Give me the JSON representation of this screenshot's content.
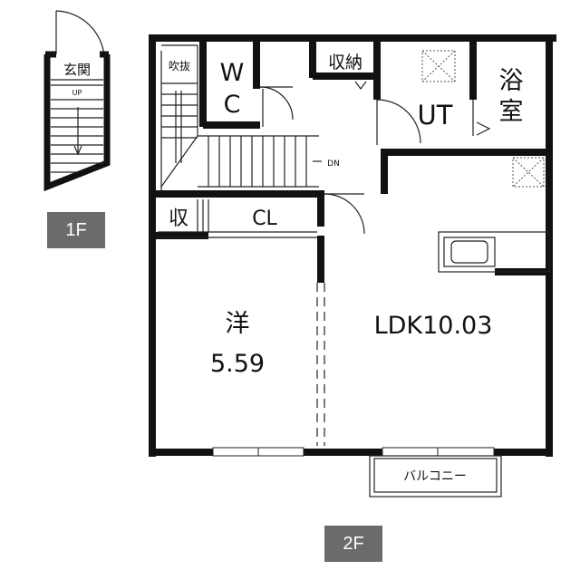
{
  "floor_1": {
    "badge": "1F",
    "entrance_label": "玄関",
    "stairs_label": "UP"
  },
  "floor_2": {
    "badge": "2F",
    "open_ceiling_label": "吹抜",
    "wc_label_w": "W",
    "wc_label_c": "C",
    "storage_top_label": "収納",
    "utility_label": "UT",
    "bath_label_1": "浴",
    "bath_label_2": "室",
    "stairs_down_label": "DN",
    "small_storage_label": "収",
    "closet_label": "CL",
    "western_room_label": "洋",
    "western_room_size": "5.59",
    "ldk_label": "LDK10.03",
    "balcony_label": "バルコニー"
  }
}
